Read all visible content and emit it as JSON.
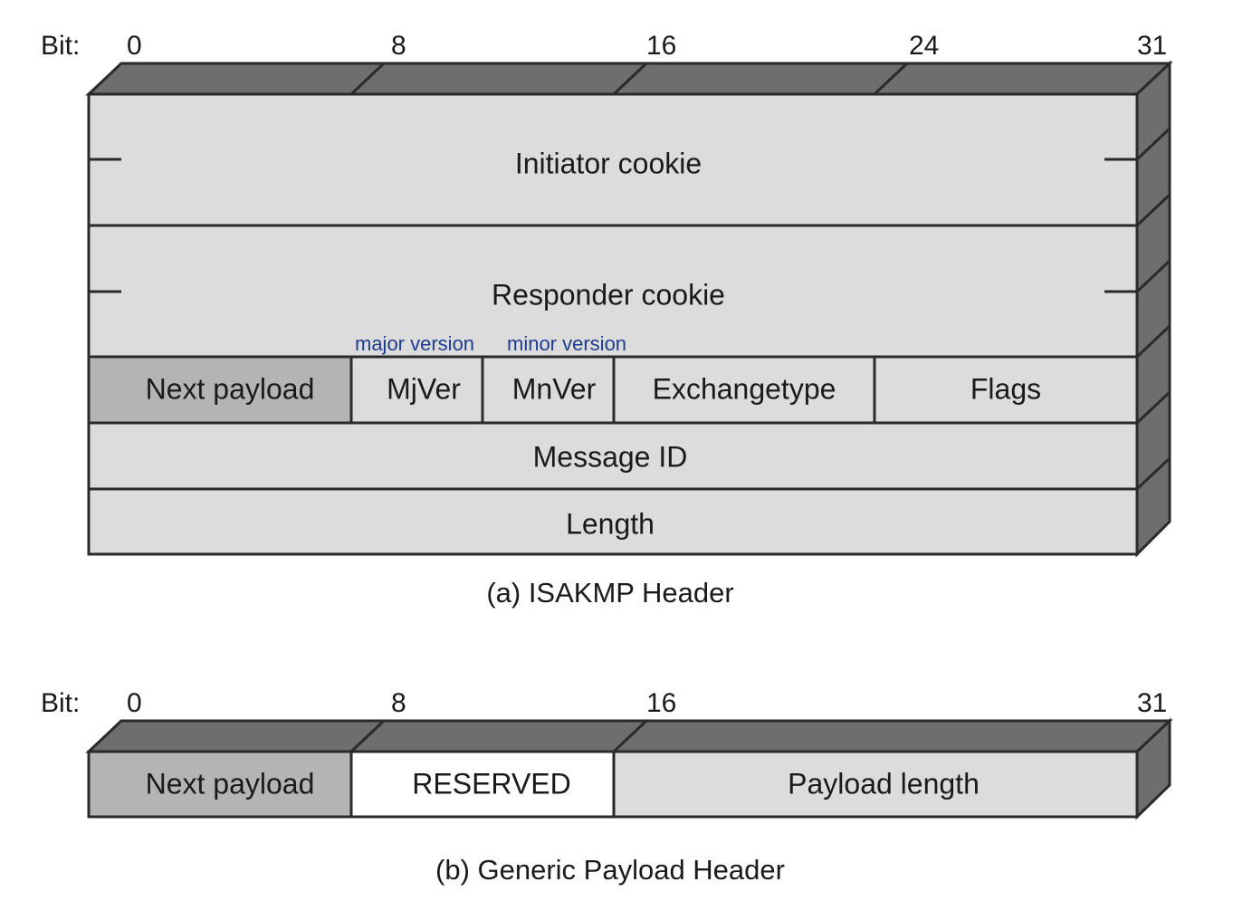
{
  "isakmp": {
    "bit_label": "Bit:",
    "bits": [
      "0",
      "8",
      "16",
      "24",
      "31"
    ],
    "initiator_cookie": "Initiator cookie",
    "responder_cookie": "Responder cookie",
    "major_version_note": "major version",
    "minor_version_note": "minor version",
    "next_payload": "Next payload",
    "mjver": "MjVer",
    "mnver": "MnVer",
    "exchange_type": "Exchangetype",
    "flags": "Flags",
    "message_id": "Message ID",
    "length": "Length",
    "caption": "(a) ISAKMP Header"
  },
  "generic": {
    "bit_label": "Bit:",
    "bits": [
      "0",
      "8",
      "16",
      "31"
    ],
    "next_payload": "Next payload",
    "reserved": "RESERVED",
    "payload_length": "Payload length",
    "caption": "(b) Generic Payload Header"
  },
  "colors": {
    "field_light": "#dcdcdc",
    "field_dark": "#b4b4b4",
    "field_white": "#ffffff",
    "block_shade": "#6e6e6e",
    "note_blue": "#1f3c8f"
  }
}
